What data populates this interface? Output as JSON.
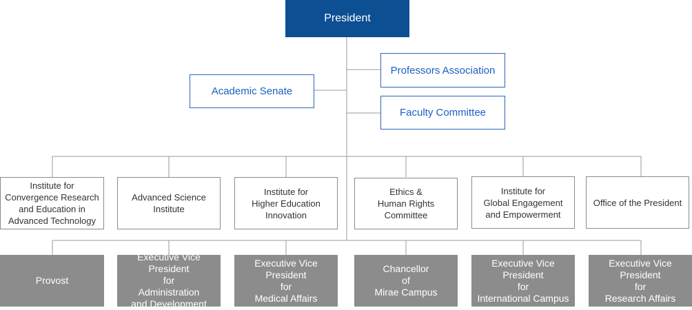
{
  "top": {
    "president": "President"
  },
  "advisory": {
    "professors_association": "Professors Association",
    "academic_senate": "Academic Senate",
    "faculty_committee": "Faculty Committee"
  },
  "institutes": [
    "Institute for\nConvergence Research\nand Education in\nAdvanced Technology",
    "Advanced Science\nInstitute",
    "Institute for\nHigher Education\nInnovation",
    "Ethics &\nHuman Rights\nCommittee",
    "Institute for\nGlobal Engagement\nand Empowerment",
    "Office of the President"
  ],
  "executives": [
    "Provost",
    "Executive Vice President\nfor\nAdministration\nand Development",
    "Executive Vice President\nfor\nMedical Affairs",
    "Chancellor\nof\nMirae Campus",
    "Executive Vice President\nfor\nInternational Campus",
    "Executive Vice President\nfor\nResearch Affairs"
  ],
  "colors": {
    "president_fill": "#0d4f93",
    "advisory_border": "#2b63b8",
    "advisory_text": "#1a5fc4",
    "executive_fill": "#8c8c8c",
    "connector": "#9a9a9a"
  }
}
